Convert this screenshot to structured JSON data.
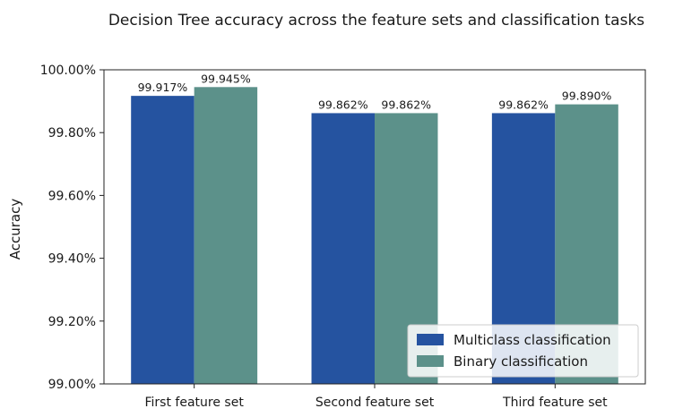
{
  "chart_data": {
    "type": "bar",
    "title": "Decision Tree accuracy across the feature sets and classification tasks",
    "xlabel": "",
    "ylabel": "Accuracy",
    "ylim": [
      99.0,
      100.0
    ],
    "yticks": [
      99.0,
      99.2,
      99.4,
      99.6,
      99.8,
      100.0
    ],
    "ytick_labels": [
      "99.00%",
      "99.20%",
      "99.40%",
      "99.60%",
      "99.80%",
      "100.00%"
    ],
    "categories": [
      "First feature set",
      "Second feature set",
      "Third feature set"
    ],
    "series": [
      {
        "name": "Multiclass classification",
        "values": [
          99.917,
          99.862,
          99.862
        ],
        "labels": [
          "99.917%",
          "99.862%",
          "99.862%"
        ],
        "color": "#2553a0"
      },
      {
        "name": "Binary classification",
        "values": [
          99.945,
          99.862,
          99.89
        ],
        "labels": [
          "99.945%",
          "99.862%",
          "99.890%"
        ],
        "color": "#5c918a"
      }
    ],
    "grid": false,
    "legend_position": "bottom-right"
  }
}
